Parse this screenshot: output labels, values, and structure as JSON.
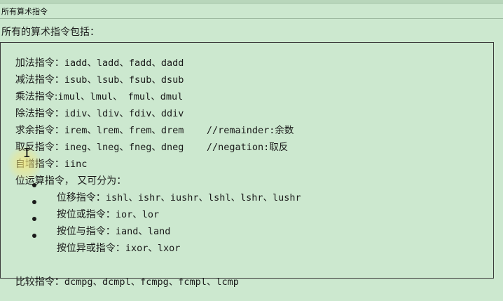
{
  "page": {
    "heading": "所有算术指令",
    "intro": "所有的算术指令包括："
  },
  "rows": [
    {
      "label": "加法指令：",
      "code": "iadd、ladd、fadd、dadd"
    },
    {
      "label": "减法指令：",
      "code": "isub、lsub、fsub、dsub"
    },
    {
      "label": "乘法指令:",
      "code": "imul、lmul、 fmul、dmul"
    },
    {
      "label": "除法指令：",
      "code": "idiv、ldiv、fdiv、ddiv"
    },
    {
      "label": "求余指令：",
      "code": "irem、lrem、frem、drem    //remainder:余数"
    },
    {
      "label": "取反指令：",
      "code": "ineg、lneg、fneg、dneg    //negation:取反"
    },
    {
      "label": "自增指令：",
      "code": "iinc"
    },
    {
      "label": "位运算指令，",
      "code": " 又可分为："
    }
  ],
  "bullets": [
    {
      "label": "位移指令：",
      "code": "ishl、ishr、iushr、lshl、lshr、lushr"
    },
    {
      "label": "按位或指令：",
      "code": "ior、lor"
    },
    {
      "label": "按位与指令：",
      "code": "iand、land"
    },
    {
      "label": "按位异或指令：",
      "code": "ixor、lxor"
    }
  ],
  "compare": {
    "label": "比较指令：",
    "code": "dcmpg、dcmpl、fcmpg、fcmpl、lcmp"
  },
  "cursor": {
    "icon": "text-cursor-icon",
    "glyph": "I"
  }
}
